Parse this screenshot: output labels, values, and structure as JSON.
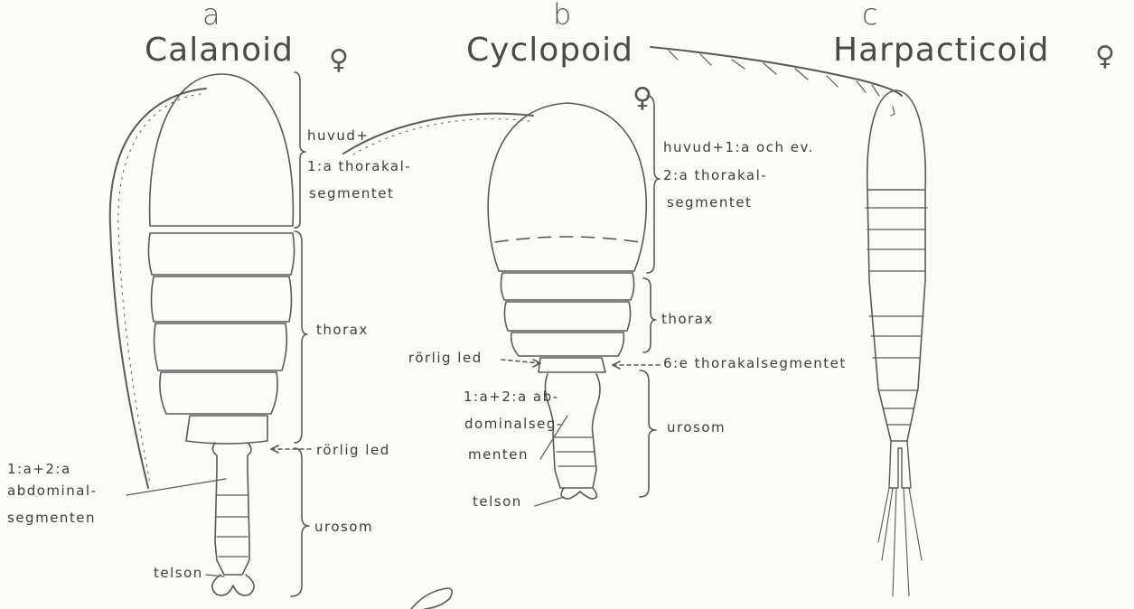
{
  "panels": {
    "a": {
      "letter": "a",
      "title": "Calanoid",
      "female_symbol": "♀",
      "labels": {
        "head": "huvud+",
        "segment_1": "1:a thorakal-",
        "segment_2": "segmentet",
        "thorax": "thorax",
        "joint": "rörlig led",
        "abdomen_1": "1:a+2:a",
        "abdomen_2": "abdominal-",
        "abdomen_3": "segmenten",
        "urosome": "urosom",
        "telson": "telson"
      }
    },
    "b": {
      "letter": "b",
      "title": "Cyclopoid",
      "female_symbol": "♀",
      "labels": {
        "head_1": "huvud+1:a och ev.",
        "head_2": "2:a thorakal-",
        "head_3": "segmentet",
        "thorax": "thorax",
        "joint": "rörlig led",
        "sixth": "6:e thorakalsegmentet",
        "abdomen_1": "1:a+2:a ab-",
        "abdomen_2": "dominalseg-",
        "abdomen_3": "menten",
        "urosome": "urosom",
        "telson": "telson"
      }
    },
    "c": {
      "letter": "c",
      "title": "Harpacticoid",
      "female_symbol": "♀"
    }
  }
}
